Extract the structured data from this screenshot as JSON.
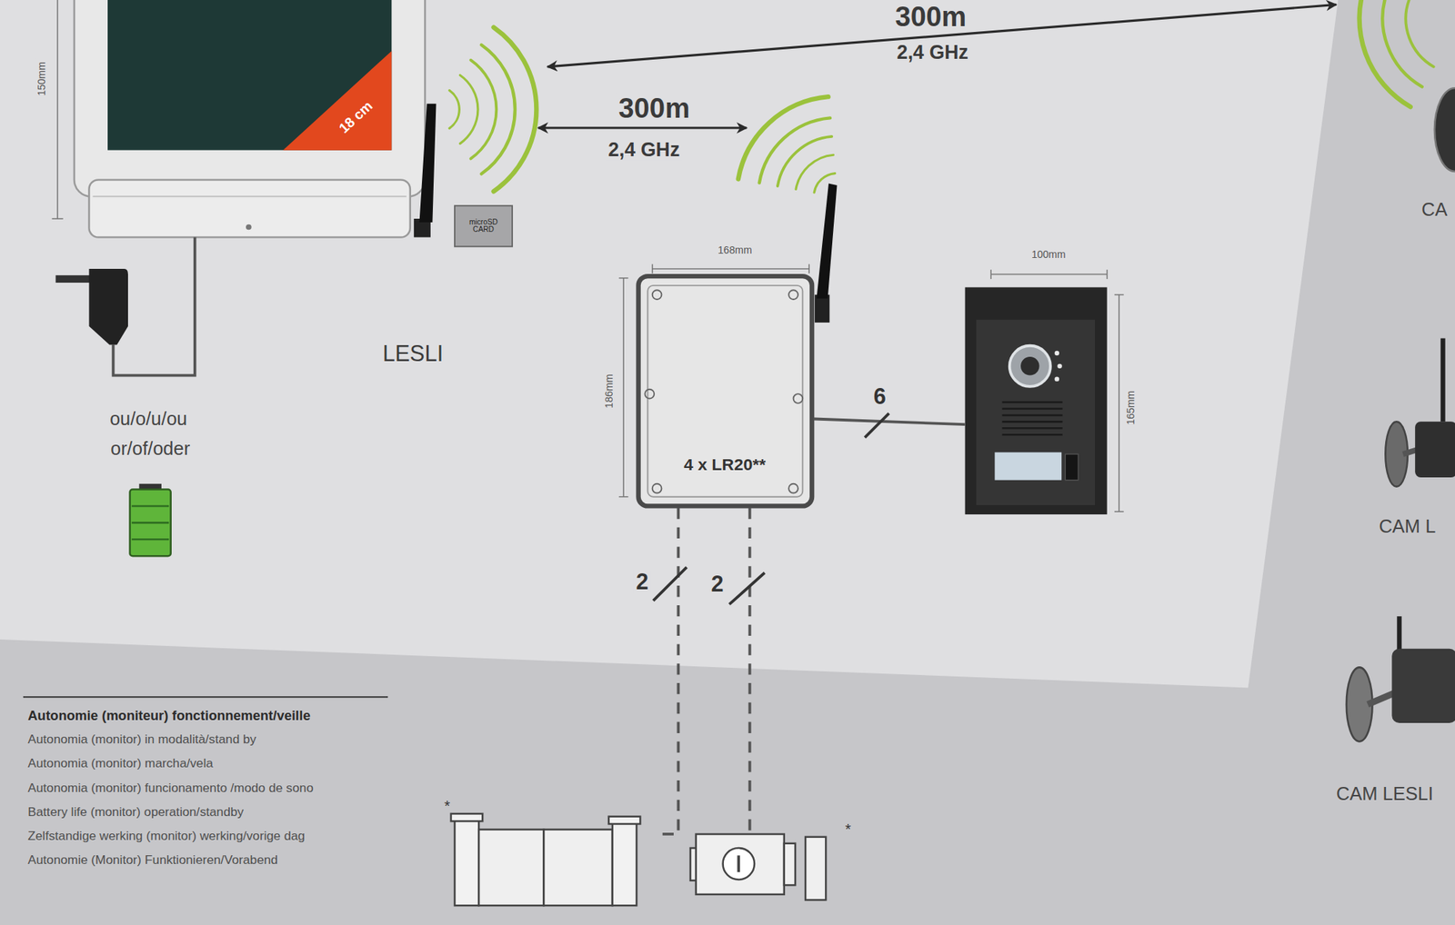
{
  "diagram": {
    "nodes": [
      {
        "text": [
          "18 cm"
        ]
      },
      {
        "text": [
          "4 x LR20**"
        ]
      }
    ],
    "edges": [
      {
        "from": 0,
        "to": 1,
        "label": "300m",
        "arrow": "both"
      }
    ],
    "labels": [
      "150mm",
      "microSD CARD",
      "LESLI",
      "ou/o/u/ou",
      "or/of/oder",
      "300m",
      "2,4 GHz",
      "2,4 GHz",
      "168mm",
      "186mm",
      "100mm",
      "165mm",
      "6",
      "2",
      "2",
      "*",
      "*",
      "Autonomie (moniteur) fonctionnement/veille",
      "Autonomia (monitor) in modalità/stand by",
      "Autonomia (monitor) marcha/vela",
      "Autonomia (monitor) funcionamento /modo de sono",
      "Battery life (monitor) operation/standby",
      "Zelfstandige werking (monitor) werking/vorige dag",
      "Autonomie (Monitor) Funktionieren/Vorabend",
      "CA",
      "CAM L",
      "CAM LESLI"
    ]
  }
}
